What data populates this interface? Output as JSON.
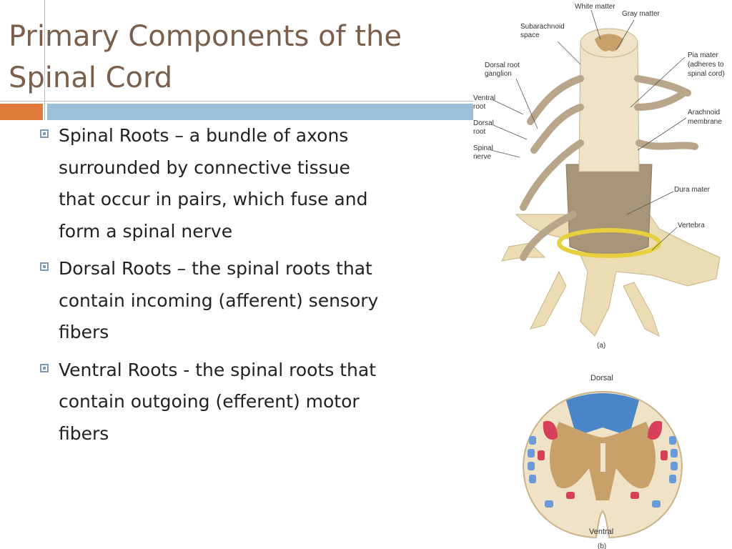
{
  "slide": {
    "title_line1": "Primary Components of the",
    "title_line2": "Spinal Cord"
  },
  "bullets": [
    {
      "text": "Spinal Roots – a bundle of axons surrounded by connective tissue that occur in pairs, which fuse and form a spinal nerve"
    },
    {
      "text": "Dorsal Roots – the spinal roots that contain incoming (afferent) sensory fibers"
    },
    {
      "text": "Ventral Roots - the spinal roots that contain outgoing (efferent) motor fibers"
    }
  ],
  "figure": {
    "labels": {
      "white_matter": "White matter",
      "gray_matter": "Gray matter",
      "subarachnoid_1": "Subarachnoid",
      "subarachnoid_2": "space",
      "dorsal_root_ganglion_1": "Dorsal root",
      "dorsal_root_ganglion_2": "ganglion",
      "pia_mater_1": "Pia mater",
      "pia_mater_2": "(adheres to",
      "pia_mater_3": "spinal cord)",
      "ventral_root_1": "Ventral",
      "ventral_root_2": "root",
      "dorsal_root_1": "Dorsal",
      "dorsal_root_2": "root",
      "arachnoid_1": "Arachnoid",
      "arachnoid_2": "membrane",
      "spinal_nerve_1": "Spinal",
      "spinal_nerve_2": "nerve",
      "dura_mater": "Dura mater",
      "vertebra": "Vertebra",
      "panel_a": "(a)",
      "dorsal": "Dorsal",
      "ventral": "Ventral",
      "panel_b": "(b)"
    },
    "colors": {
      "bone": "#ecdcb4",
      "dura": "#a89478",
      "nerve": "#b8a58a",
      "gray_matter": "#c8a06a",
      "white_matter": "#efe2c6",
      "yellow_band": "#e7d040",
      "dorsal_column": "#4a86c8",
      "red_tracts": "#d8405a",
      "blue_tracts": "#6a9ad8"
    }
  }
}
